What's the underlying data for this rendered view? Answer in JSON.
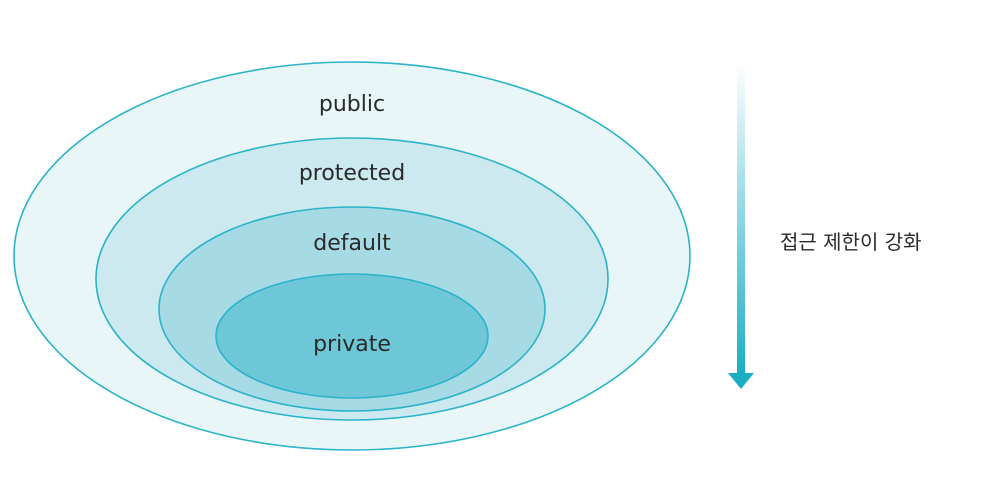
{
  "diagram": {
    "levels": [
      {
        "label": "public",
        "fill": "#e9f6f8"
      },
      {
        "label": "protected",
        "fill": "#cbe9ef"
      },
      {
        "label": "default",
        "fill": "#a6dbe5"
      },
      {
        "label": "private",
        "fill": "#6ec7d6"
      }
    ],
    "arrow_label": "접근 제한이 강화",
    "colors": {
      "stroke": "#2bb3c8",
      "arrow_top": "#ffffff",
      "arrow_bottom": "#1aaec4"
    }
  }
}
